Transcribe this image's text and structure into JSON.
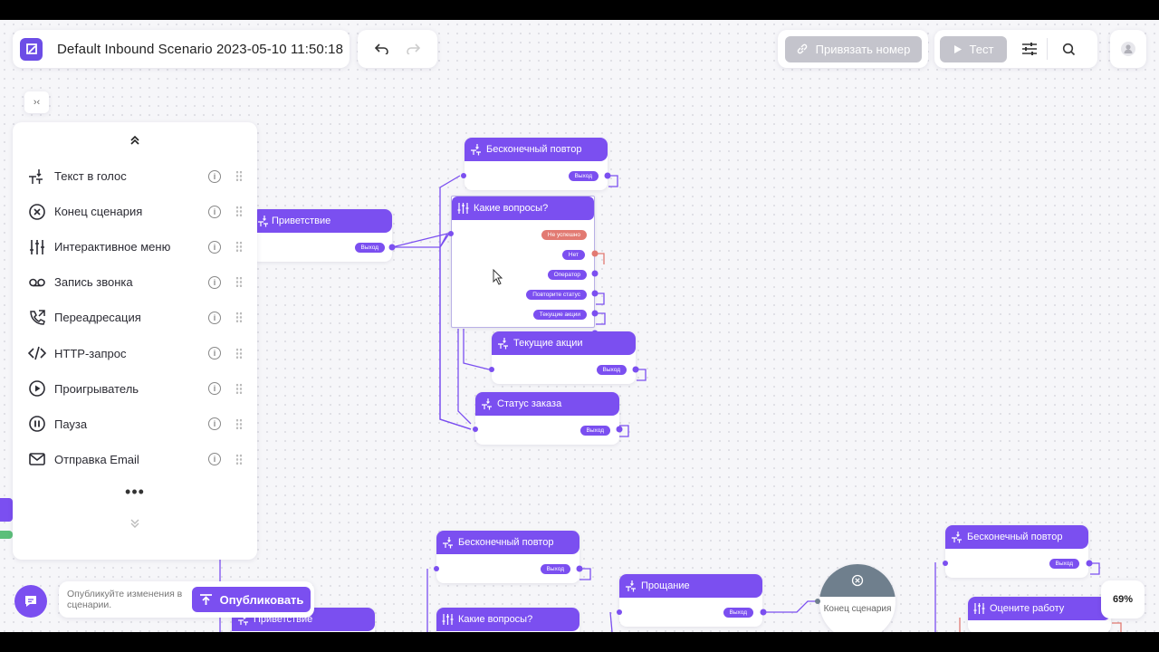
{
  "topbar": {
    "scenario_title": "Default Inbound Scenario 2023-05-10 11:50:18",
    "bind_number_label": "Привязать номер",
    "test_label": "Тест"
  },
  "palette": {
    "items": [
      {
        "label": "Текст в голос",
        "icon": "text-to-speech-icon"
      },
      {
        "label": "Конец сценария",
        "icon": "end-scenario-icon"
      },
      {
        "label": "Интерактивное меню",
        "icon": "interactive-menu-icon"
      },
      {
        "label": "Запись звонка",
        "icon": "call-recording-icon"
      },
      {
        "label": "Переадресация",
        "icon": "call-forward-icon"
      },
      {
        "label": "HTTP-запрос",
        "icon": "code-icon"
      },
      {
        "label": "Проигрыватель",
        "icon": "play-icon"
      },
      {
        "label": "Пауза",
        "icon": "pause-icon"
      },
      {
        "label": "Отправка Email",
        "icon": "email-icon"
      }
    ],
    "more": "•••"
  },
  "nodes": {
    "greeting": {
      "title": "Приветствие",
      "exit": "Выход"
    },
    "repeat1": {
      "title": "Бесконечный повтор",
      "exit": "Выход"
    },
    "menu1": {
      "title": "Какие вопросы?",
      "outputs": [
        "Не успешно",
        "Нет",
        "Оператор",
        "Повторите статус",
        "Текущие акции"
      ]
    },
    "promos": {
      "title": "Текущие акции",
      "exit": "Выход"
    },
    "order_status": {
      "title": "Статус заказа",
      "exit": "Выход"
    },
    "repeat2": {
      "title": "Бесконечный повтор",
      "exit": "Выход"
    },
    "menu2": {
      "title": "Какие вопросы?"
    },
    "farewell": {
      "title": "Прощание",
      "exit": "Выход"
    },
    "end": {
      "label": "Конец сценария"
    },
    "repeat3": {
      "title": "Бесконечный повтор",
      "exit": "Выход"
    },
    "rate": {
      "title": "Оцените работу"
    },
    "greeting2": {
      "title": "Приветствие"
    }
  },
  "publish": {
    "note": "Опубликуйте изменения в сценарии.",
    "button": "Опубликовать"
  },
  "zoom": "69%",
  "colors": {
    "accent": "#7b4ff0",
    "error": "#e27a72",
    "disabled": "#c4c4cc",
    "end_node": "#6f7f8d"
  }
}
